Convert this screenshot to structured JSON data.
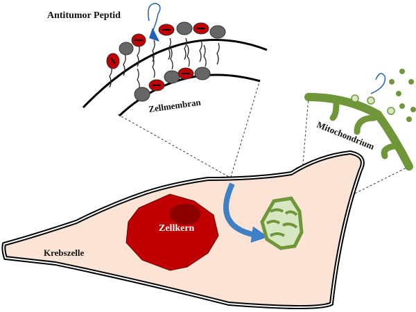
{
  "labels": {
    "peptide": "Antitumor Peptid",
    "membrane": "Zellmembran",
    "mitochondrion": "Mitochondrium",
    "nucleus": "Zellkern",
    "cell": "Krebszelle"
  },
  "colors": {
    "cytoplasm": "#fbe4d5",
    "nucleus": "#c00000",
    "nucleolus": "#8b0000",
    "mito_outline": "#70963a",
    "mito_fill": "#d6e7c2",
    "arrow": "#3f7fc4",
    "anionic_lipid": "#c00000",
    "neutral_lipid": "#666666",
    "peptide": "#1f5fbf"
  },
  "membrane_heads": {
    "outer": [
      "neg",
      "neutral",
      "neg",
      "neg",
      "neutral",
      "neg",
      "neutral"
    ],
    "inner": [
      "neutral",
      "neg",
      "neutral",
      "neg",
      "neutral"
    ]
  }
}
